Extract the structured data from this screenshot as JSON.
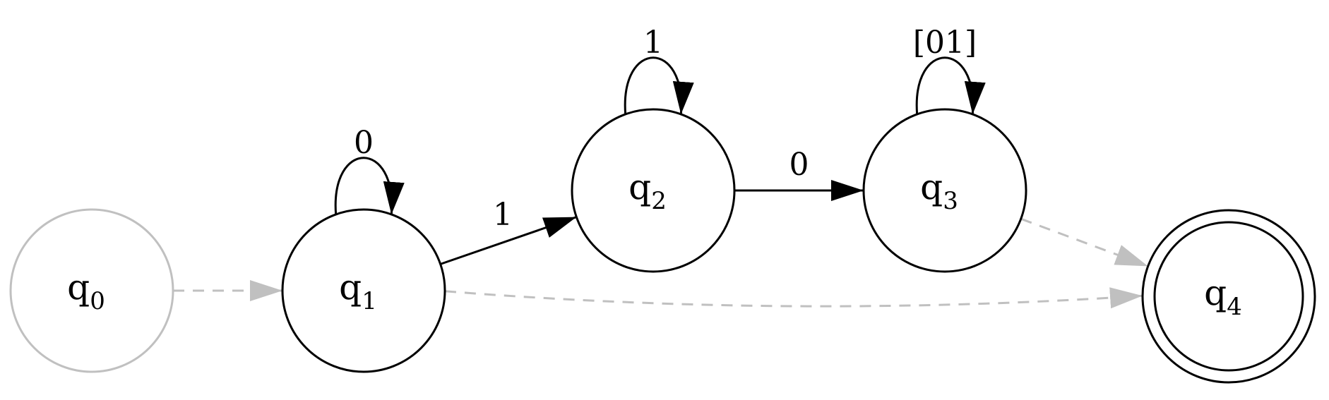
{
  "colors": {
    "active": "#000000",
    "inactive": "#c0c0c0"
  },
  "states": [
    {
      "id": "q0",
      "name": "q",
      "sub": "0",
      "style": "inactive",
      "accepting": false
    },
    {
      "id": "q1",
      "name": "q",
      "sub": "1",
      "style": "active",
      "accepting": false
    },
    {
      "id": "q2",
      "name": "q",
      "sub": "2",
      "style": "active",
      "accepting": false
    },
    {
      "id": "q3",
      "name": "q",
      "sub": "3",
      "style": "active",
      "accepting": false
    },
    {
      "id": "q4",
      "name": "q",
      "sub": "4",
      "style": "active",
      "accepting": true
    }
  ],
  "transitions": [
    {
      "id": "t-q0-q1",
      "from": "q0",
      "to": "q1",
      "label": "",
      "style": "dashed"
    },
    {
      "id": "t-q1-q1",
      "from": "q1",
      "to": "q1",
      "label": "0",
      "style": "solid"
    },
    {
      "id": "t-q1-q2",
      "from": "q1",
      "to": "q2",
      "label": "1",
      "style": "solid"
    },
    {
      "id": "t-q2-q2",
      "from": "q2",
      "to": "q2",
      "label": "1",
      "style": "solid"
    },
    {
      "id": "t-q2-q3",
      "from": "q2",
      "to": "q3",
      "label": "0",
      "style": "solid"
    },
    {
      "id": "t-q3-q3",
      "from": "q3",
      "to": "q3",
      "label": "[01]",
      "style": "solid"
    },
    {
      "id": "t-q1-q4",
      "from": "q1",
      "to": "q4",
      "label": "",
      "style": "dashed"
    },
    {
      "id": "t-q3-q4",
      "from": "q3",
      "to": "q4",
      "label": "",
      "style": "dashed"
    }
  ]
}
